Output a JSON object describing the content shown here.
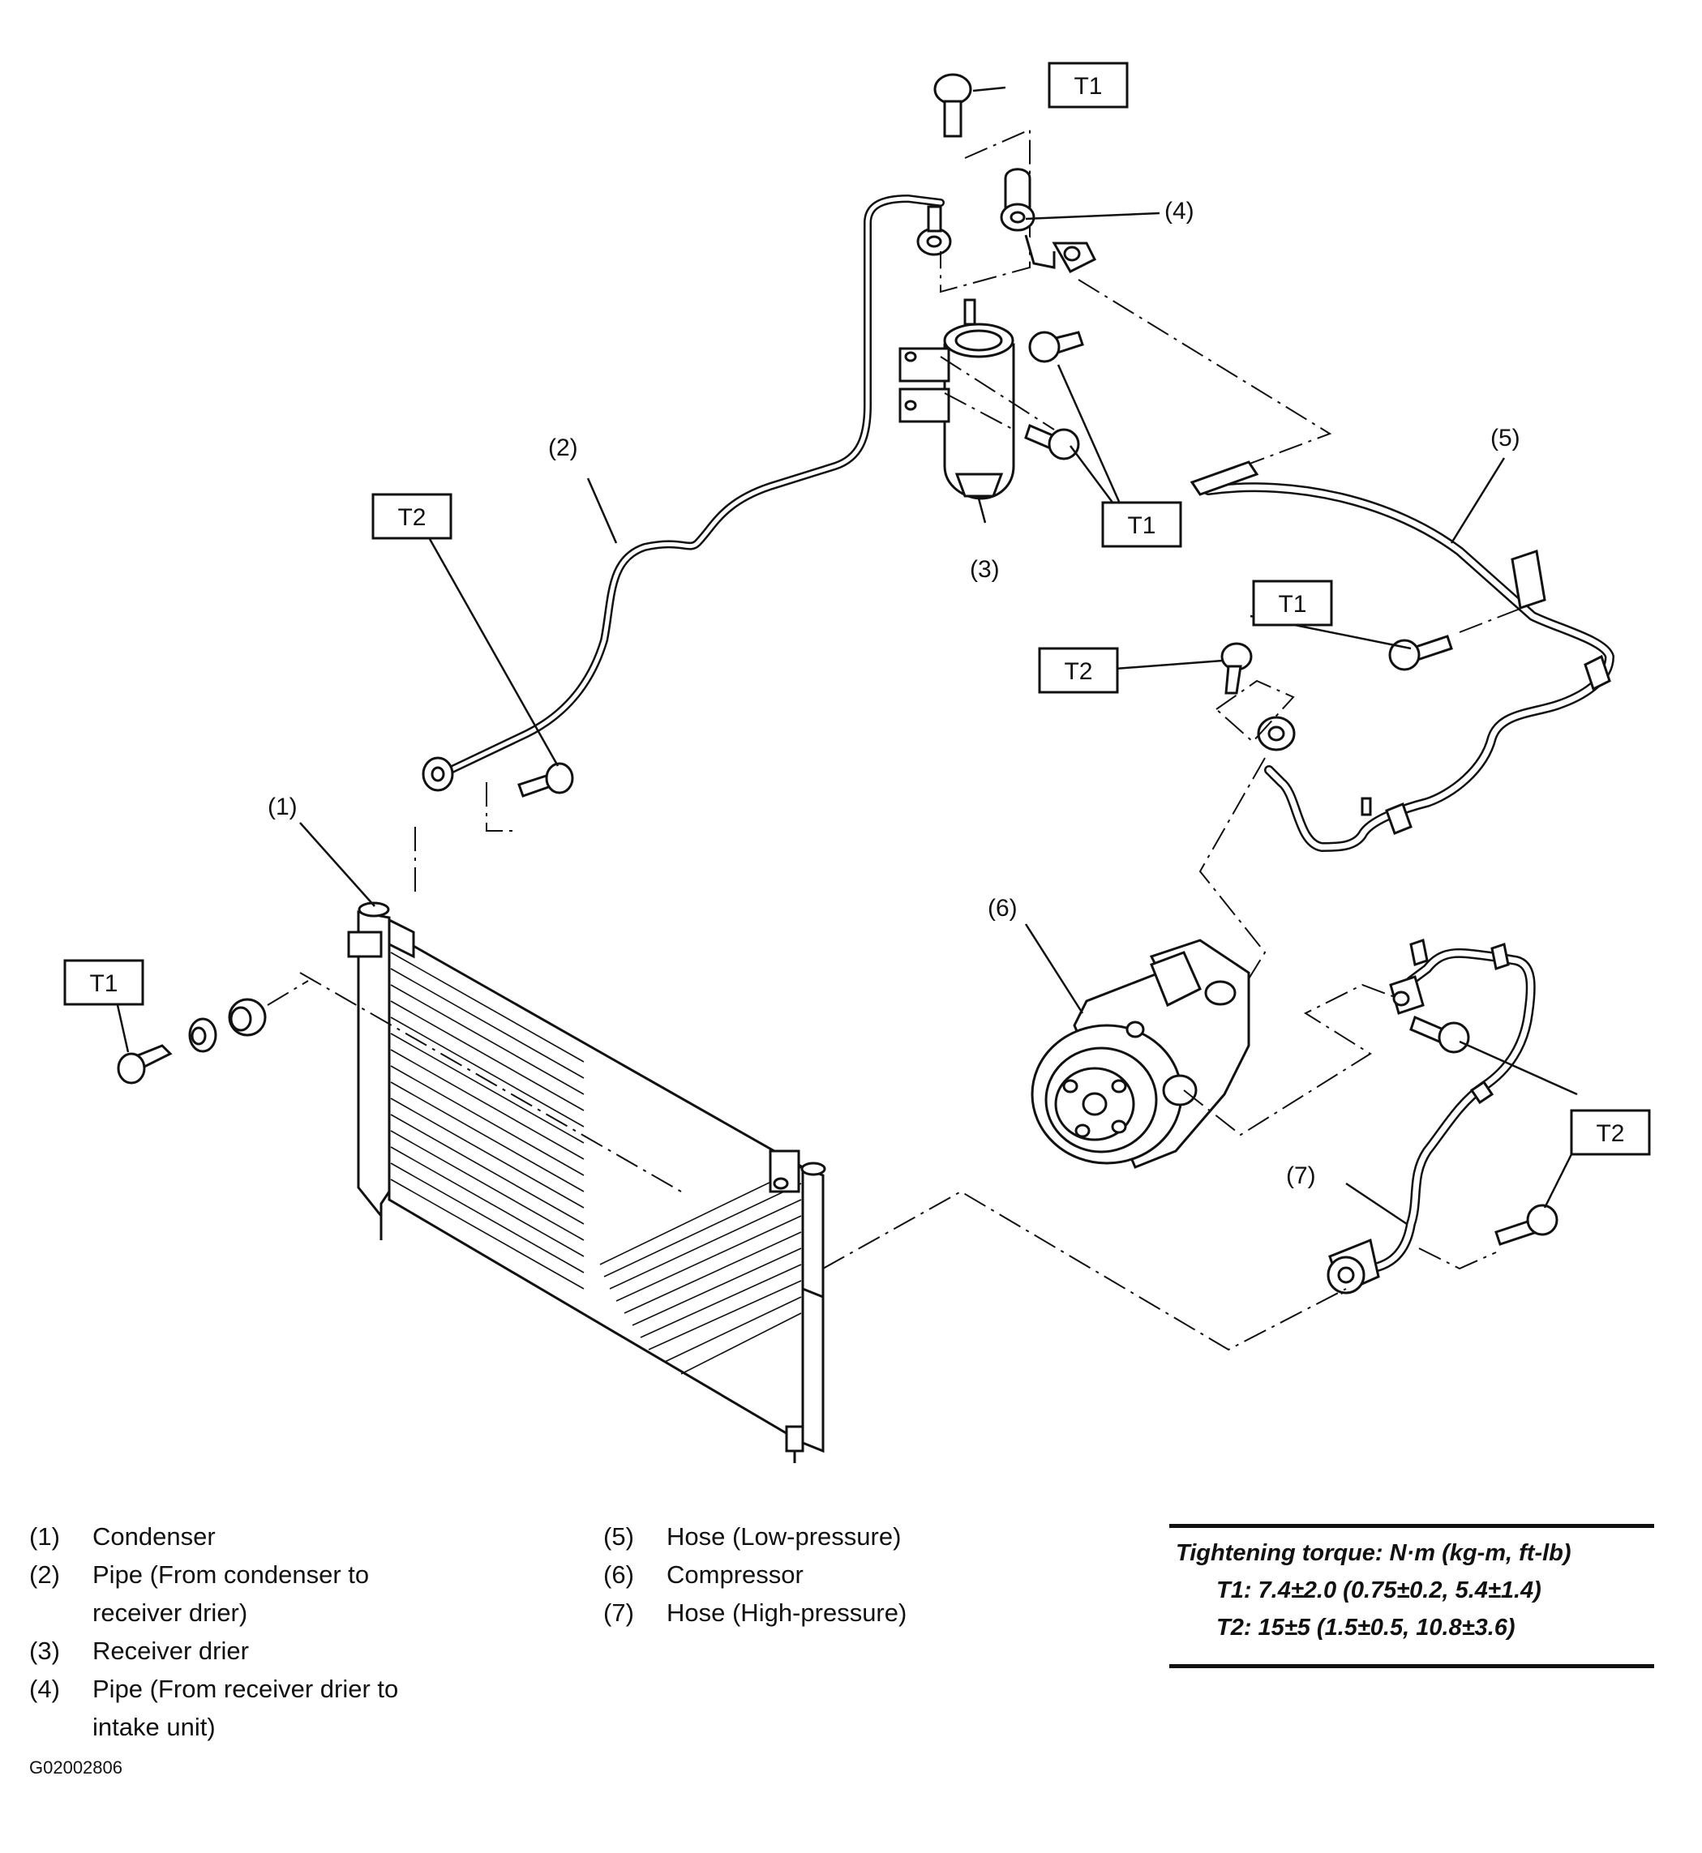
{
  "callouts": {
    "c1": "(1)",
    "c2": "(2)",
    "c3": "(3)",
    "c4": "(4)",
    "c5": "(5)",
    "c6": "(6)",
    "c7": "(7)"
  },
  "torque_tags": {
    "t1_top": "T1",
    "t1_drier": "T1",
    "t1_hose": "T1",
    "t1_left": "T1",
    "t2_pipe": "T2",
    "t2_comp": "T2",
    "t2_right": "T2"
  },
  "legend": {
    "left": [
      {
        "num": "(1)",
        "text": "Condenser"
      },
      {
        "num": "(2)",
        "text": "Pipe (From condenser to receiver drier)"
      },
      {
        "num": "(3)",
        "text": "Receiver drier"
      },
      {
        "num": "(4)",
        "text": "Pipe (From receiver drier to intake unit)"
      }
    ],
    "right": [
      {
        "num": "(5)",
        "text": "Hose (Low-pressure)"
      },
      {
        "num": "(6)",
        "text": "Compressor"
      },
      {
        "num": "(7)",
        "text": "Hose (High-pressure)"
      }
    ]
  },
  "torque": {
    "title": "Tightening torque: N·m (kg-m, ft-lb)",
    "t1": "T1: 7.4±2.0 (0.75±0.2, 5.4±1.4)",
    "t2": "T2: 15±5 (1.5±0.5, 10.8±3.6)"
  },
  "figure_id": "G02002806"
}
